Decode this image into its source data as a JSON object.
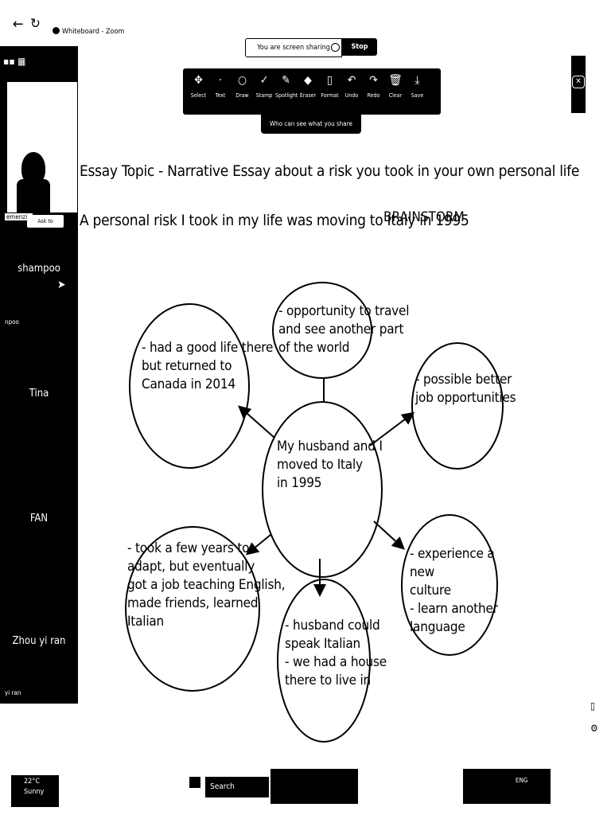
{
  "window": {
    "title": "Whiteboard - Zoom",
    "back_icon": "back-arrow-icon",
    "refresh_icon": "refresh-icon"
  },
  "share_bar": {
    "status": "You are screen sharing",
    "stop_label": "Stop Share"
  },
  "toolbar": {
    "tools": [
      {
        "label": "Select",
        "icon": "✥"
      },
      {
        "label": "Text",
        "icon": "·"
      },
      {
        "label": "Draw",
        "icon": "○"
      },
      {
        "label": "Stamp",
        "icon": "✓"
      },
      {
        "label": "Spotlight",
        "icon": "✎"
      },
      {
        "label": "Eraser",
        "icon": "◆"
      },
      {
        "label": "Format",
        "icon": "▯"
      },
      {
        "label": "Undo",
        "icon": "↶"
      },
      {
        "label": "Redo",
        "icon": "↷"
      },
      {
        "label": "Clear",
        "icon": "🗑"
      },
      {
        "label": "Save",
        "icon": "⤓"
      }
    ],
    "who_label": "Who can see what you share here?"
  },
  "sidebar": {
    "participant_name_small": "emenzin",
    "tag": "Ask to Unmute",
    "participants": [
      {
        "name": "shampoo",
        "sub": "npoo"
      },
      {
        "name": "Tina"
      },
      {
        "name": "FAN"
      },
      {
        "name": "Zhou yi ran",
        "sub": "yi ran"
      }
    ]
  },
  "whiteboard": {
    "essay_topic": "Essay Topic - Narrative Essay about a risk you took in your own personal life",
    "personal_risk": "A personal risk I took in my life was moving to Italy in 1995",
    "brainstorm": "BRAINSTORM",
    "center": "My husband and I\nmoved to Italy\nin 1995",
    "bubbles": [
      "- opportunity to travel\nand see another part\nof the world",
      "- had a good life there\nbut returned to\nCanada in 2014",
      "- possible better\njob opportunities",
      "- took a few years to\nadapt, but eventually\ngot a job teaching English,\nmade friends, learned\nItalian",
      "- husband could\nspeak Italian\n- we had a house\nthere to live in",
      "- experience a new\nculture\n- learn another\nlanguage"
    ]
  },
  "taskbar": {
    "weather_temp": "22°C",
    "weather_desc": "Sunny",
    "search_label": "Search",
    "tray_lang": "ENG"
  }
}
